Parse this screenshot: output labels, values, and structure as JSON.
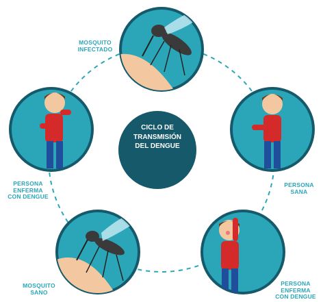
{
  "center": {
    "line1": "CICLO DE",
    "line2": "TRANSMISIÓN",
    "line3": "DEL DENGUE"
  },
  "stages": {
    "mosquito_infected": {
      "line1": "MOSQUITO",
      "line2": "INFECTADO"
    },
    "healthy_person": {
      "line1": "PERSONA",
      "line2": "SANA"
    },
    "sick_person_right": {
      "line1": "PERSONA",
      "line2": "ENFERMA",
      "line3": "CON DENGUE"
    },
    "healthy_mosquito": {
      "line1": "MOSQUITO",
      "line2": "SANO"
    },
    "sick_person_left": {
      "line1": "PERSONA",
      "line2": "ENFERMA",
      "line3": "CON DENGUE"
    }
  },
  "colors": {
    "accent": "#2aa6b8",
    "center_fill": "#15596b",
    "circle_bg": "#2aa6b8",
    "circle_border": "#15596b",
    "skin": "#f3c8a0",
    "shirt": "#d42a2a",
    "pants": "#1f4f9a"
  }
}
